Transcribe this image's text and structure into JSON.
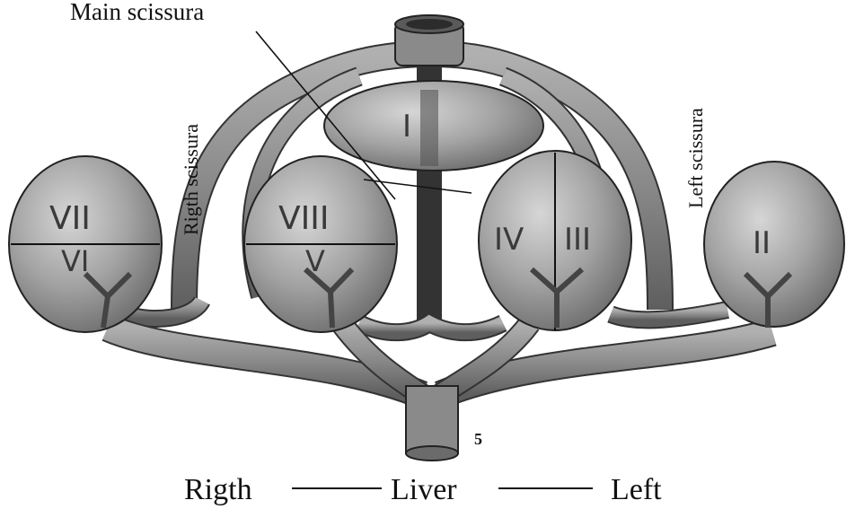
{
  "labels": {
    "main_scissura": "Main scissura",
    "right_scissura": "Rigth scissura",
    "left_scissura": "Left scissura",
    "bottom_right": "Rigth",
    "bottom_liver": "Liver",
    "bottom_left": "Left",
    "vein_marker": "5"
  },
  "segments": {
    "I": "I",
    "II": "II",
    "IV": "IV",
    "III": "III",
    "V": "V",
    "VI": "VI",
    "VII": "VII",
    "VIII": "VIII"
  },
  "colors": {
    "vessel_fill": "#8c8c8c",
    "vessel_stroke": "#222222",
    "segment_fill": "#9b9b9b",
    "segment_highlight": "#cfcfcf",
    "line": "#111111"
  }
}
